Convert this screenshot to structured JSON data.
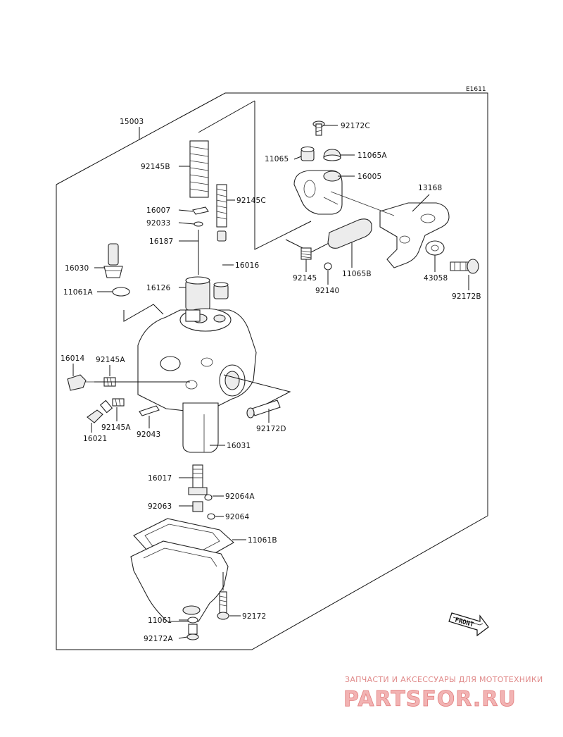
{
  "diagram_code": "E1611",
  "assembly_label": "15003",
  "direction_label": "FRONT",
  "watermark": {
    "tagline": "ЗАПЧАСТИ И АКСЕССУАРЫ ДЛЯ МОТОТЕХНИКИ",
    "logo_text": "PARTSFOR.RU"
  },
  "parts": {
    "p92172c": "92172C",
    "p11065": "11065",
    "p11065a": "11065A",
    "p16005": "16005",
    "p13168": "13168",
    "p92145b": "92145B",
    "p92145c": "92145C",
    "p16007": "16007",
    "p92033": "92033",
    "p16187": "16187",
    "p16016": "16016",
    "p16030": "16030",
    "p11061a": "11061A",
    "p16126": "16126",
    "p92145": "92145",
    "p92140": "92140",
    "p11065b": "11065B",
    "p43058": "43058",
    "p92172b": "92172B",
    "p16014": "16014",
    "p92145a_1": "92145A",
    "p92145a_2": "92145A",
    "p16021": "16021",
    "p92043": "92043",
    "p92172d": "92172D",
    "p16031": "16031",
    "p16017": "16017",
    "p92064a": "92064A",
    "p92063": "92063",
    "p92064": "92064",
    "p11061b": "11061B",
    "p11061": "11061",
    "p92172": "92172",
    "p92172a": "92172A"
  }
}
